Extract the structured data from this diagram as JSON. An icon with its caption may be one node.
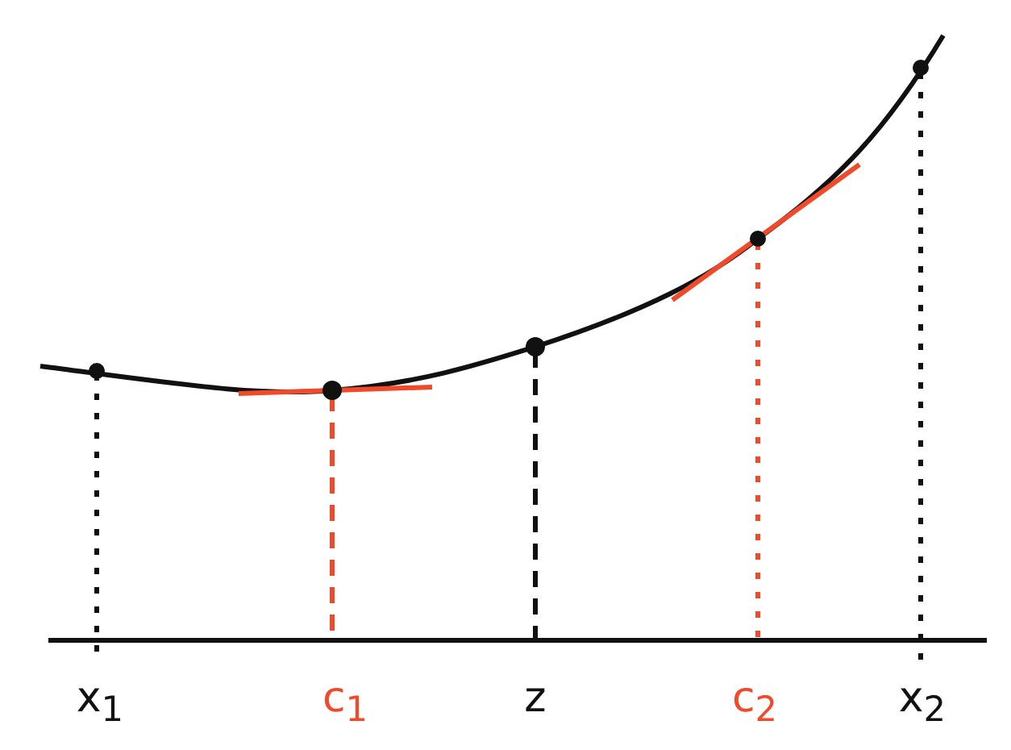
{
  "diagram": {
    "labels": [
      "x$_{1}$",
      "c$_{1}$",
      "z",
      "c$_{2}$",
      "x$_{2}$"
    ]
  }
}
